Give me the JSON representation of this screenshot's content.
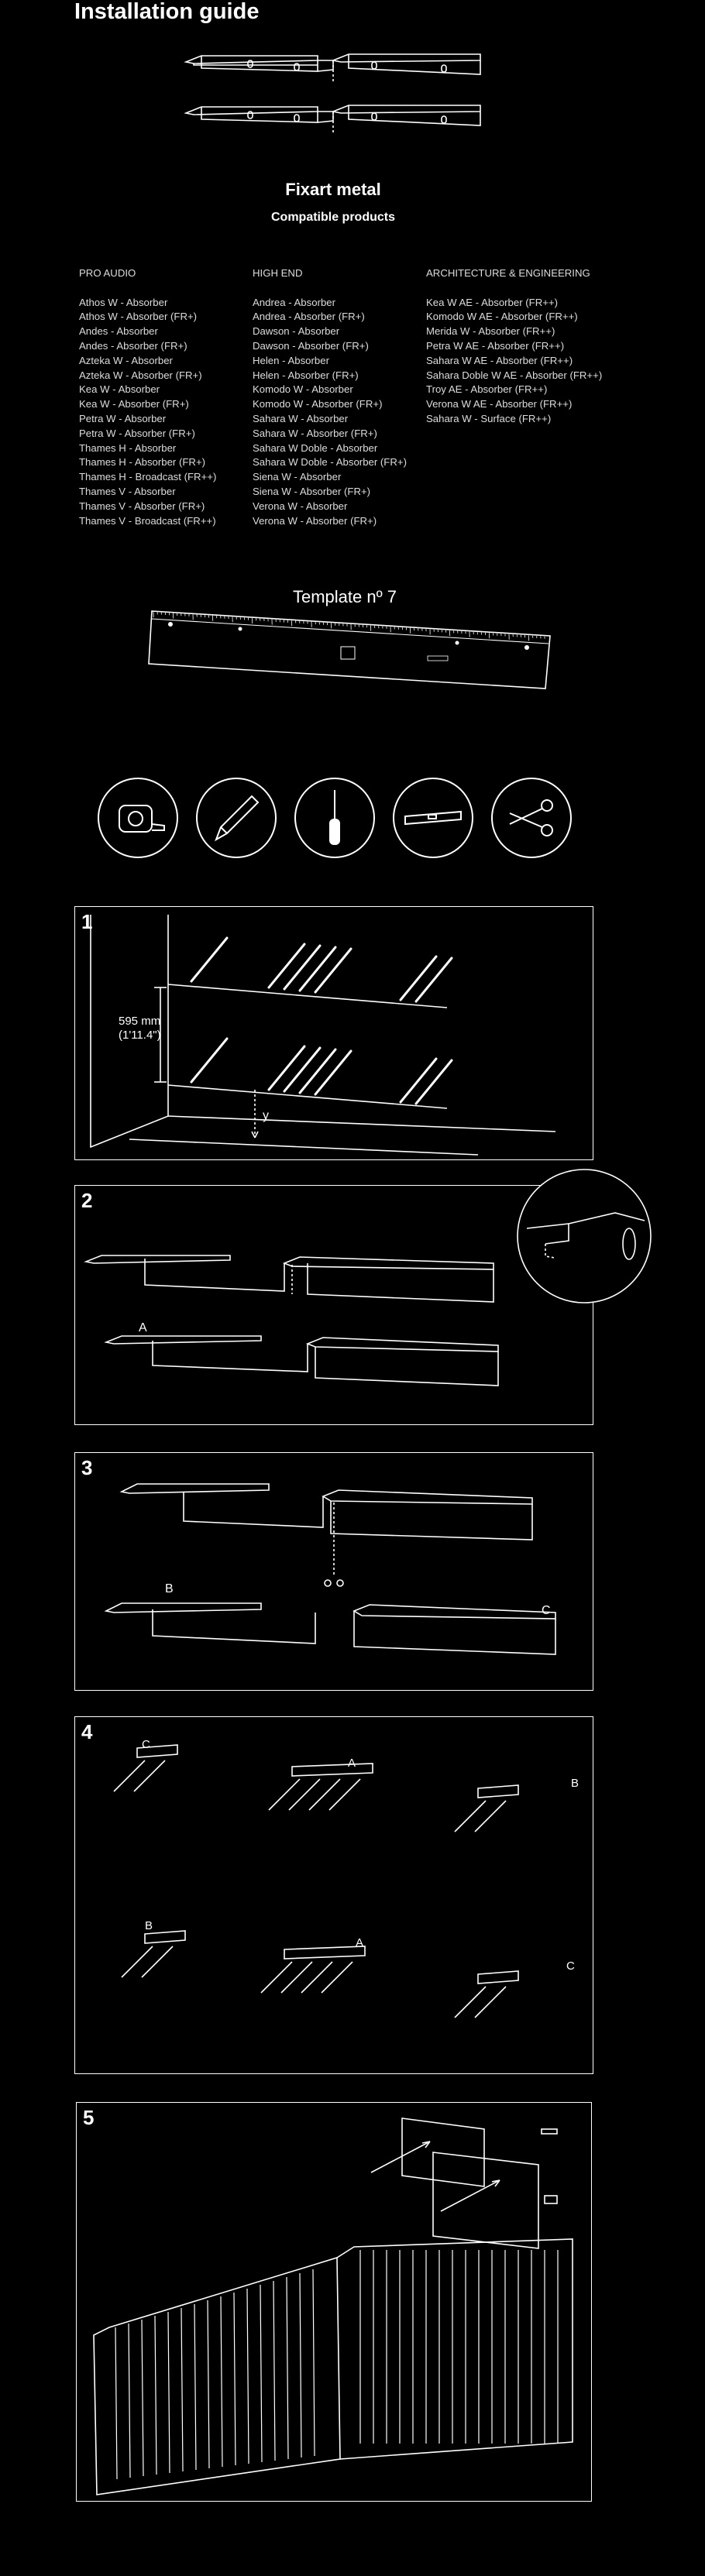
{
  "guide": {
    "title": "Installation guide"
  },
  "product": {
    "name": "Fixart metal",
    "subtitle": "Compatible products"
  },
  "columns": [
    {
      "heading": "PRO AUDIO",
      "items": [
        "Athos W - Absorber",
        "Athos W - Absorber (FR+)",
        "Andes - Absorber",
        "Andes - Absorber (FR+)",
        "Azteka W - Absorber",
        "Azteka W - Absorber (FR+)",
        "Kea W - Absorber",
        "Kea W - Absorber (FR+)",
        "Petra W - Absorber",
        "Petra W - Absorber (FR+)",
        "Thames H - Absorber",
        "Thames H - Absorber (FR+)",
        "Thames H - Broadcast (FR++)",
        "Thames V - Absorber",
        "Thames V - Absorber (FR+)",
        "Thames V - Broadcast (FR++)"
      ]
    },
    {
      "heading": "HIGH END",
      "items": [
        "Andrea - Absorber",
        "Andrea - Absorber (FR+)",
        "Dawson - Absorber",
        "Dawson - Absorber (FR+)",
        "Helen - Absorber",
        "Helen - Absorber (FR+)",
        "Komodo W - Absorber",
        "Komodo W - Absorber (FR+)",
        "Sahara W - Absorber",
        "Sahara W - Absorber (FR+)",
        "Sahara W Doble - Absorber",
        "Sahara W Doble - Absorber (FR+)",
        "Siena W - Absorber",
        "Siena W - Absorber (FR+)",
        "Verona W - Absorber",
        "Verona W - Absorber (FR+)"
      ]
    },
    {
      "heading": "ARCHITECTURE & ENGINEERING",
      "items": [
        "Kea W AE - Absorber (FR++)",
        "Komodo W AE - Absorber (FR++)",
        "Merida W - Absorber (FR++)",
        "Petra W AE - Absorber (FR++)",
        "Sahara W AE - Absorber (FR++)",
        "Sahara Doble W AE - Absorber (FR++)",
        "Troy AE - Absorber (FR++)",
        "Verona W AE - Absorber (FR++)",
        "Sahara W - Surface (FR++)"
      ]
    }
  ],
  "template": {
    "title": "Template nº 7"
  },
  "tools": [
    "tape-measure",
    "pencil",
    "screwdriver",
    "spirit-level",
    "scissors"
  ],
  "steps": [
    {
      "number": "1",
      "measure_mm": "595 mm",
      "measure_in": "(1'11.4\")",
      "var": "y"
    },
    {
      "number": "2",
      "label": "A"
    },
    {
      "number": "3",
      "labels": [
        "B",
        "C"
      ]
    },
    {
      "number": "4",
      "labels": [
        "C",
        "A",
        "B",
        "B",
        "A",
        "C"
      ]
    },
    {
      "number": "5"
    }
  ]
}
